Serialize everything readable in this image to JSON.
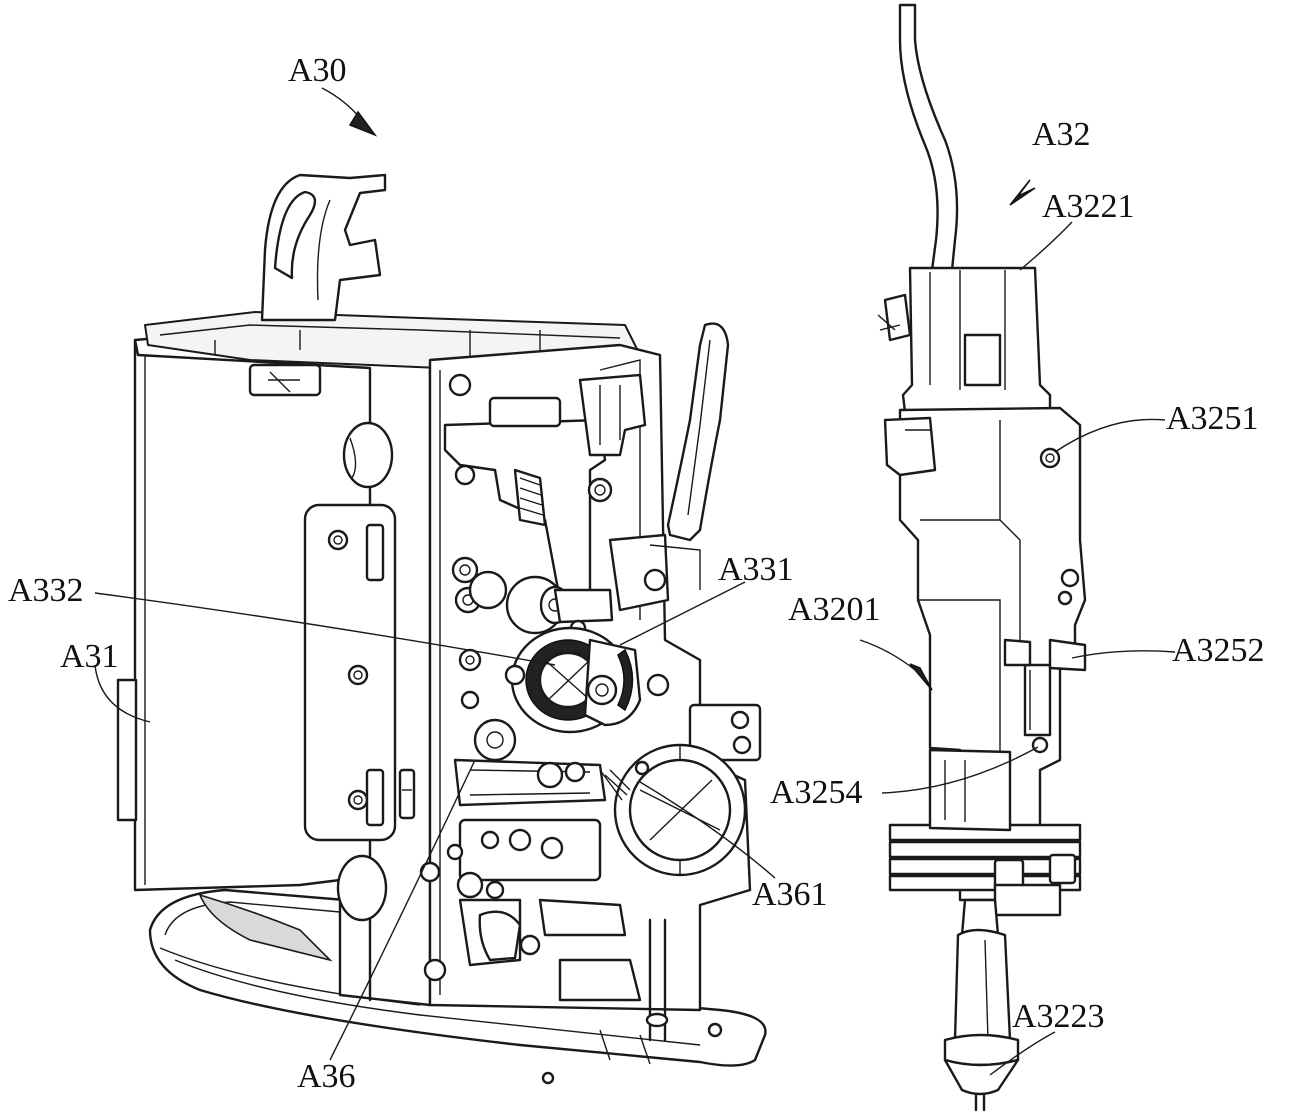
{
  "labels": {
    "a30": "A30",
    "a32": "A32",
    "a3221": "A3221",
    "a3251": "A3251",
    "a331": "A331",
    "a332": "A332",
    "a3201": "A3201",
    "a3252": "A3252",
    "a31": "A31",
    "a3254": "A3254",
    "a361": "A361",
    "a36": "A36",
    "a3223": "A3223"
  }
}
